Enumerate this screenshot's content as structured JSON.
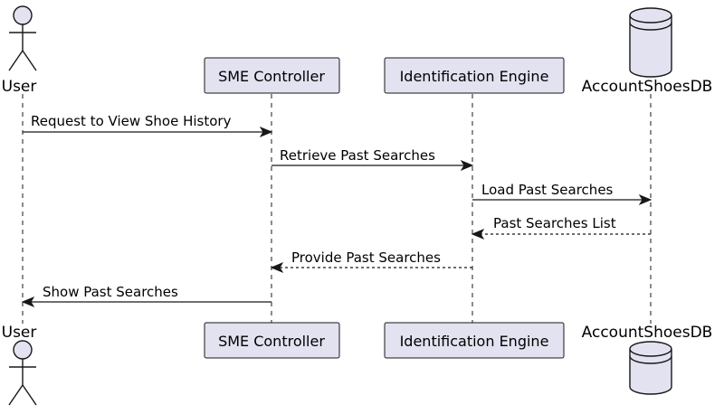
{
  "diagram": {
    "type": "sequence",
    "participants": [
      {
        "id": "user",
        "label": "User",
        "kind": "actor"
      },
      {
        "id": "sme",
        "label": "SME Controller",
        "kind": "participant"
      },
      {
        "id": "engine",
        "label": "Identification Engine",
        "kind": "participant"
      },
      {
        "id": "db",
        "label": "AccountShoesDB",
        "kind": "database"
      }
    ],
    "messages": [
      {
        "from": "user",
        "to": "sme",
        "label": "Request to View Shoe History",
        "style": "solid"
      },
      {
        "from": "sme",
        "to": "engine",
        "label": "Retrieve Past Searches",
        "style": "solid"
      },
      {
        "from": "engine",
        "to": "db",
        "label": "Load Past Searches",
        "style": "solid"
      },
      {
        "from": "db",
        "to": "engine",
        "label": "Past Searches List",
        "style": "dashed"
      },
      {
        "from": "engine",
        "to": "sme",
        "label": "Provide Past Searches",
        "style": "dashed"
      },
      {
        "from": "sme",
        "to": "user",
        "label": "Show Past Searches",
        "style": "solid"
      }
    ],
    "colors": {
      "participant_fill": "#e2e2f0",
      "stroke": "#181818",
      "background": "#ffffff"
    }
  }
}
